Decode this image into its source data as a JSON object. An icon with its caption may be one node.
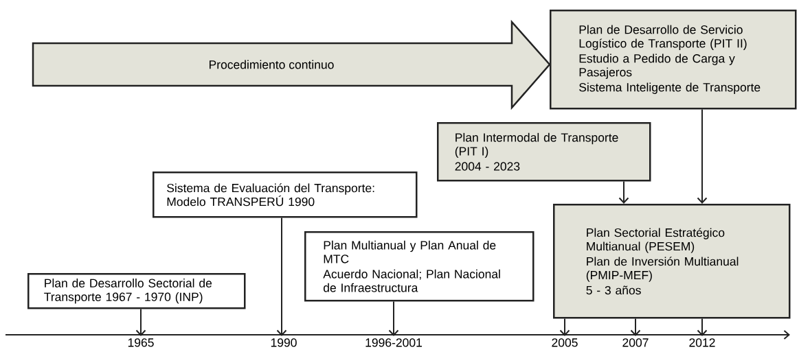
{
  "diagram": {
    "nodes": [
      {
        "text": [
          "Procedimiento continuo"
        ]
      },
      {
        "text": [
          "Plan de Desarrollo de Servicio Logístico de Transporte (PIT II)",
          "Estudio a Pedido de Carga y Pasajeros",
          "Sistema Inteligente de Transporte"
        ]
      },
      {
        "text": [
          "Plan Intermodal de Transporte (PIT I)",
          "2004 - 2023"
        ]
      },
      {
        "text": [
          "Sistema de Evaluación del Transporte: Modelo TRANSPERÚ 1990"
        ]
      },
      {
        "text": [
          "Plan Multianual y Plan Anual de MTC",
          "Acuerdo Nacional; Plan Nacional de Infraestructura"
        ]
      },
      {
        "text": [
          "Plan de Desarrollo Sectorial de Transporte 1967 - 1970 (INP)"
        ]
      },
      {
        "text": [
          "Plan Sectorial Estratégico Multianual (PESEM)",
          "Plan de Inversión Multianual (PMIP-MEF)",
          "5 - 3 años"
        ]
      },
      {
        "text": [
          "1965"
        ]
      },
      {
        "text": [
          "1990"
        ]
      },
      {
        "text": [
          "1996-2001"
        ]
      },
      {
        "text": [
          "2005"
        ]
      },
      {
        "text": [
          "2007"
        ]
      },
      {
        "text": [
          "2012"
        ]
      }
    ],
    "edges": [
      {
        "from": 5,
        "to": 7,
        "arrow": "to"
      },
      {
        "from": 3,
        "to": 8,
        "arrow": "to"
      },
      {
        "from": 4,
        "to": 9,
        "arrow": "to"
      },
      {
        "from": 6,
        "to": 10,
        "arrow": "to"
      },
      {
        "from": 6,
        "to": 11,
        "arrow": "to"
      },
      {
        "from": 6,
        "to": 12,
        "arrow": "to"
      },
      {
        "from": 2,
        "to": 6,
        "arrow": "to"
      },
      {
        "from": 1,
        "to": 6,
        "arrow": "to"
      }
    ]
  }
}
